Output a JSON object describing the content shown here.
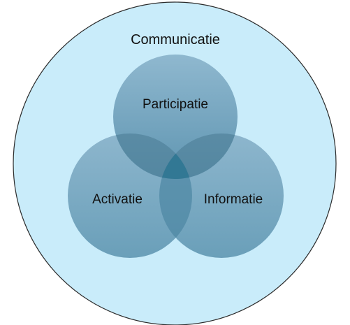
{
  "diagram": {
    "outer": {
      "label": "Communicatie",
      "fill": "#c9ecfa",
      "stroke": "#2b2b2b"
    },
    "circles": [
      {
        "id": "participatie",
        "label": "Participatie"
      },
      {
        "id": "activatie",
        "label": "Activatie"
      },
      {
        "id": "informatie",
        "label": "Informatie"
      }
    ],
    "circle_fill": "#4b88a6",
    "overlap_fill": "#3d7f9e",
    "center_fill": "#2f7794"
  }
}
